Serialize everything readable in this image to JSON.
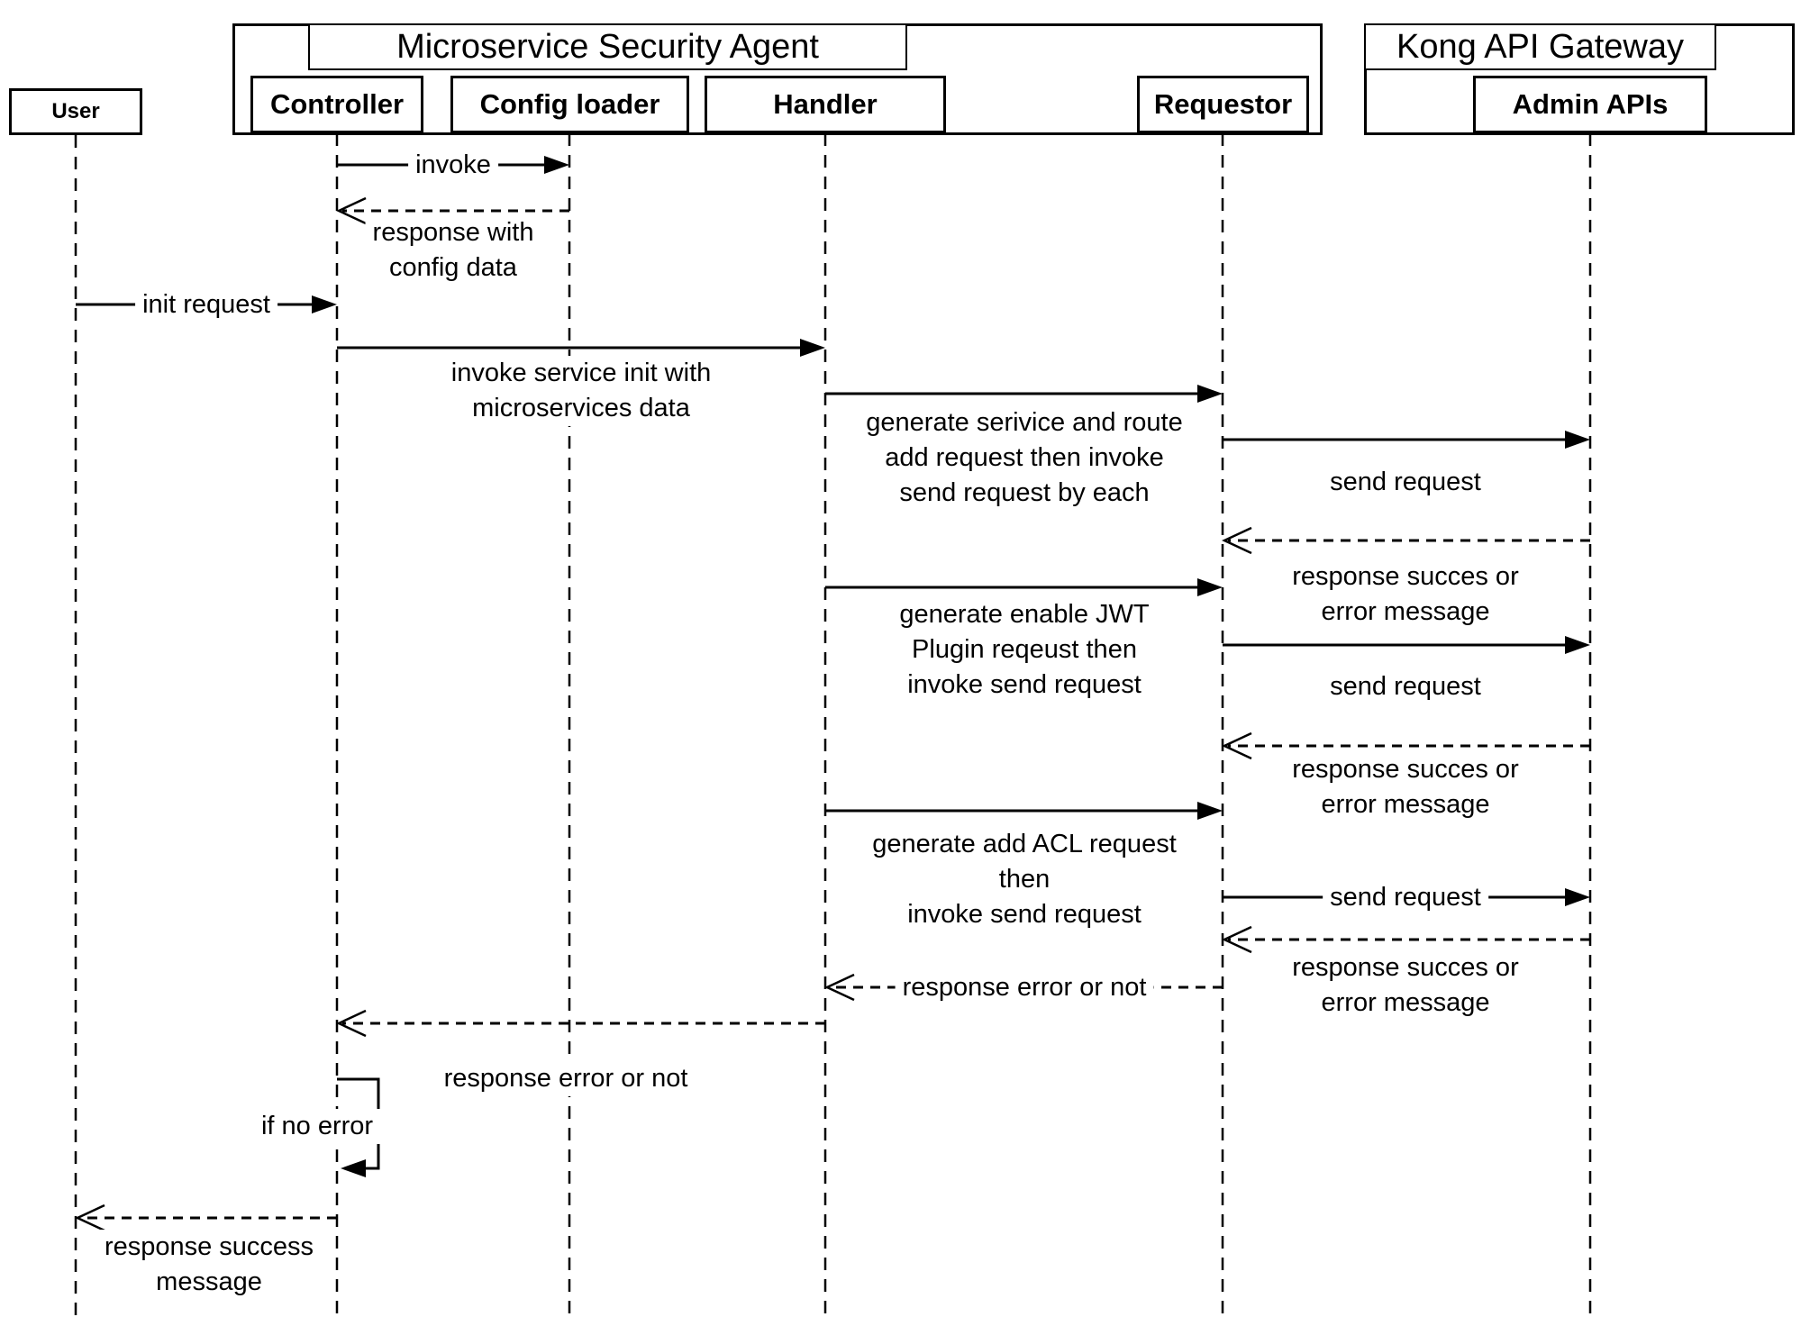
{
  "diagram": {
    "type": "uml-sequence-diagram",
    "colors": {
      "background": "#ffffff",
      "stroke": "#000000"
    },
    "frames": [
      {
        "id": "msa",
        "title": "Microservice Security Agent"
      },
      {
        "id": "kong",
        "title": "Kong API Gateway"
      }
    ],
    "actors": [
      {
        "id": "user",
        "label": "User",
        "frame": null
      },
      {
        "id": "controller",
        "label": "Controller",
        "frame": "msa"
      },
      {
        "id": "config",
        "label": "Config loader",
        "frame": "msa"
      },
      {
        "id": "handler",
        "label": "Handler",
        "frame": "msa"
      },
      {
        "id": "requestor",
        "label": "Requestor",
        "frame": "msa"
      },
      {
        "id": "admin",
        "label": "Admin APIs",
        "frame": "kong"
      }
    ],
    "messages": [
      {
        "from": "controller",
        "to": "config",
        "style": "solid",
        "label_position": "on-line",
        "lines": [
          "invoke"
        ]
      },
      {
        "from": "config",
        "to": "controller",
        "style": "dashed",
        "label_position": "below",
        "lines": [
          "response with",
          "config data"
        ]
      },
      {
        "from": "user",
        "to": "controller",
        "style": "solid",
        "label_position": "on-line",
        "lines": [
          "init request"
        ]
      },
      {
        "from": "controller",
        "to": "handler",
        "style": "solid",
        "label_position": "below",
        "lines": [
          "invoke service init with",
          "microservices data"
        ]
      },
      {
        "from": "handler",
        "to": "requestor",
        "style": "solid",
        "label_position": "below",
        "lines": [
          "generate serivice and route",
          "add request then invoke",
          "send request by each"
        ]
      },
      {
        "from": "requestor",
        "to": "admin",
        "style": "solid",
        "label_position": "below",
        "lines": [
          "send request"
        ]
      },
      {
        "from": "admin",
        "to": "requestor",
        "style": "dashed",
        "label_position": "below",
        "lines": [
          "response succes or",
          "error message"
        ]
      },
      {
        "from": "handler",
        "to": "requestor",
        "style": "solid",
        "label_position": "below",
        "lines": [
          "generate enable JWT",
          "Plugin reqeust then",
          "invoke send request"
        ]
      },
      {
        "from": "requestor",
        "to": "admin",
        "style": "solid",
        "label_position": "below",
        "lines": [
          "send request"
        ]
      },
      {
        "from": "admin",
        "to": "requestor",
        "style": "dashed",
        "label_position": "below",
        "lines": [
          "response succes or",
          "error message"
        ]
      },
      {
        "from": "handler",
        "to": "requestor",
        "style": "solid",
        "label_position": "below",
        "lines": [
          "generate add ACL request",
          "then",
          "invoke send request"
        ]
      },
      {
        "from": "requestor",
        "to": "admin",
        "style": "solid",
        "label_position": "on-line",
        "lines": [
          "send request"
        ]
      },
      {
        "from": "admin",
        "to": "requestor",
        "style": "dashed",
        "label_position": "below",
        "lines": [
          "response succes or",
          "error message"
        ]
      },
      {
        "from": "requestor",
        "to": "handler",
        "style": "dashed",
        "label_position": "on-line",
        "lines": [
          "response error or not"
        ]
      },
      {
        "from": "handler",
        "to": "controller",
        "style": "dashed",
        "label_position": "below",
        "lines": [
          "response error or not"
        ]
      },
      {
        "from": "controller",
        "to": "controller",
        "style": "self",
        "label_position": "left",
        "lines": [
          "if no error"
        ]
      },
      {
        "from": "controller",
        "to": "user",
        "style": "dashed",
        "label_position": "below",
        "lines": [
          "response success",
          "message"
        ]
      }
    ]
  }
}
